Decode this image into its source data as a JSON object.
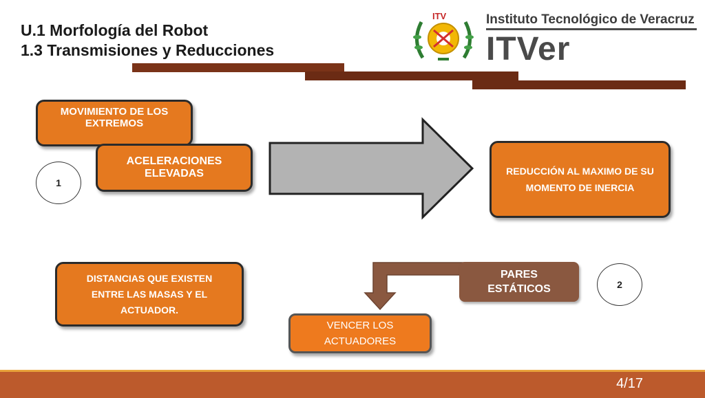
{
  "header": {
    "line1": "U.1 Morfología del Robot",
    "line2": "1.3 Transmisiones y Reducciones"
  },
  "logo": {
    "institution": "Instituto Tecnológico de Veracruz",
    "short_name": "ITVer",
    "seal_text": "ITV"
  },
  "diagram": {
    "box_movimiento": "MOVIMIENTO DE LOS EXTREMOS",
    "box_aceleraciones": "ACELERACIONES ELEVADAS",
    "box_reduccion": "REDUCCIÓN AL MAXIMO DE SU MOMENTO DE INERCIA",
    "box_distancias": "DISTANCIAS QUE EXISTEN ENTRE LAS MASAS Y EL ACTUADOR.",
    "box_pares": "PARES ESTÁTICOS",
    "box_vencer": "VENCER LOS ACTUADORES",
    "circle_1": "1",
    "circle_2": "2"
  },
  "footer": {
    "page": "4/17"
  },
  "colors": {
    "orange": "#e5791f",
    "brown_bar": "#7a3318",
    "brown_box": "#8a5840",
    "footer": "#bc5a2c",
    "footer_accent": "#e8a13a",
    "arrow_gray": "#b3b3b3"
  }
}
